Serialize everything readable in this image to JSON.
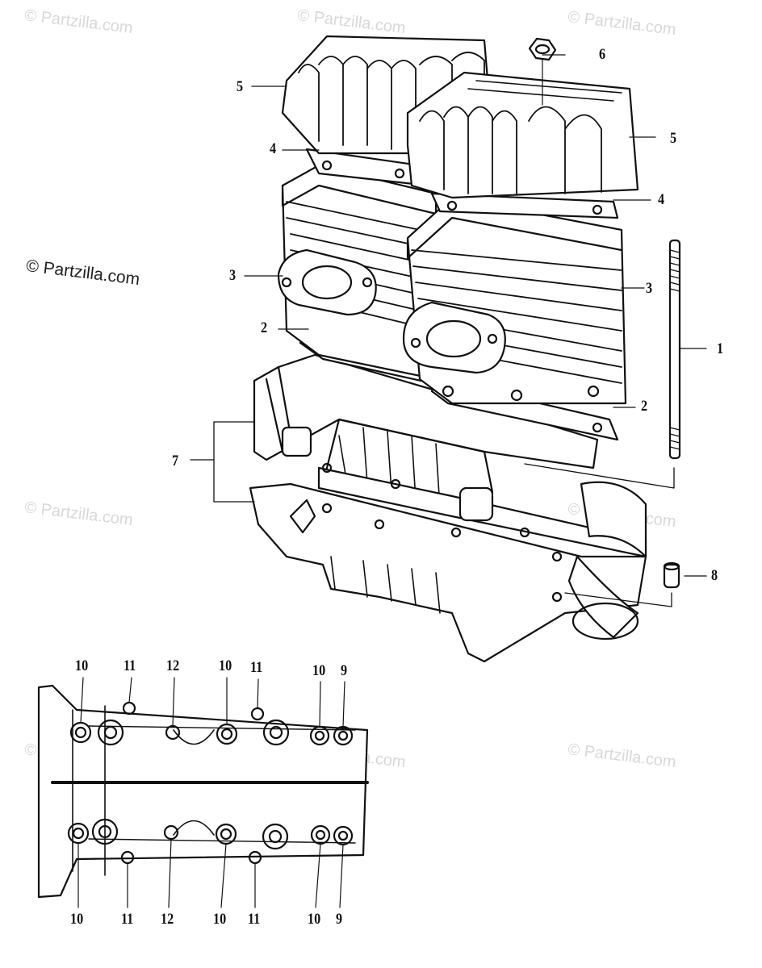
{
  "watermark": "© Partzilla.com",
  "diagram": {
    "callouts": {
      "c1": "1",
      "c2a": "2",
      "c2b": "2",
      "c3a": "3",
      "c3b": "3",
      "c4a": "4",
      "c4b": "4",
      "c5a": "5",
      "c5b": "5",
      "c6": "6",
      "c7": "7",
      "c8": "8"
    },
    "detail_callouts_top": [
      "10",
      "11",
      "12",
      "10",
      "11",
      "10",
      "9"
    ],
    "detail_callouts_bottom": [
      "10",
      "11",
      "12",
      "10",
      "11",
      "10",
      "9"
    ]
  },
  "colors": {
    "line": "#111111",
    "watermark": "#d8d8d8",
    "background": "#ffffff"
  }
}
